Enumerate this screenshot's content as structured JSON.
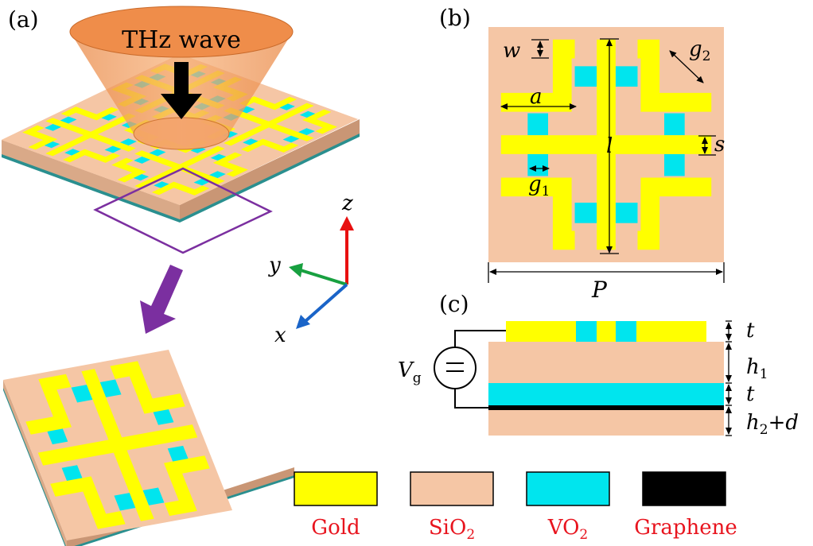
{
  "panels": {
    "a": "(a)",
    "b": "(b)",
    "c": "(c)"
  },
  "panel_a": {
    "wave_label": "THz wave",
    "axes": {
      "z": "z",
      "y": "y",
      "x": "x"
    }
  },
  "panel_b": {
    "labels": {
      "w": "w",
      "g": "g",
      "g2_sub": "2",
      "g1_sub": "1",
      "a": "a",
      "l": "l",
      "s": "s",
      "P": "P"
    }
  },
  "panel_c": {
    "V": "V",
    "V_sub": "g",
    "t_top": "t",
    "h1": "h",
    "h1_sub": "1",
    "t_mid": "t",
    "h2": "h",
    "h2_sub": "2",
    "h2_suffix": "+d"
  },
  "legend": {
    "items": [
      {
        "label": "Gold",
        "sub": "",
        "color": "#ffff00"
      },
      {
        "label": "SiO",
        "sub": "2",
        "color": "#f5c6a5"
      },
      {
        "label": "VO",
        "sub": "2",
        "color": "#00e5ee"
      },
      {
        "label": "Graphene",
        "sub": "",
        "color": "#000000"
      }
    ],
    "label_color": "#e8141e"
  },
  "colors": {
    "gold": "#ffff00",
    "sio2": "#f5c6a5",
    "vo2": "#00e5ee",
    "graphene": "#000000",
    "cone": "#f39a5a",
    "purple": "#7b2fa0",
    "axis_z": "#e81010",
    "axis_y": "#18a040",
    "axis_x": "#1a64c8"
  }
}
